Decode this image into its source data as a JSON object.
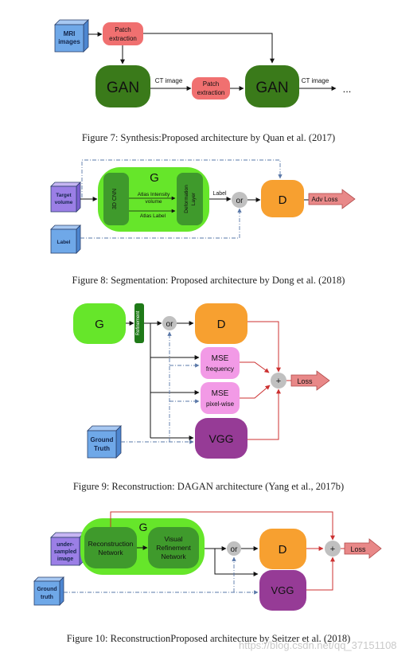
{
  "fig7": {
    "mri_images": [
      "MRI",
      "images"
    ],
    "patch_extraction_1": [
      "Patch",
      "extraction"
    ],
    "gan_1": "GAN",
    "ct_image_1": "CT image",
    "patch_extraction_2": [
      "Patch",
      "extraction"
    ],
    "gan_2": "GAN",
    "ct_image_2": "CT image",
    "ellipsis": "...",
    "caption": "Figure 7: Synthesis:Proposed architecture by Quan et al. (2017)"
  },
  "fig8": {
    "target_volume": [
      "Target",
      "volume"
    ],
    "label_input": "Label",
    "g": "G",
    "cnn": "3D CNN",
    "atlas_intensity": [
      "Atlas Intensity",
      "volume"
    ],
    "atlas_label": "Atlas Label",
    "deformation": [
      "Deformation",
      "Layer"
    ],
    "label_edge": "Label",
    "or": "or",
    "d": "D",
    "adv_loss": "Adv Loss",
    "caption": "Figure 8: Segmentation: Proposed architecture by Dong et al. (2018)"
  },
  "fig9": {
    "g": "G",
    "refinement": "Refinement",
    "or": "or",
    "d": "D",
    "mse_frequency": [
      "MSE",
      "frequency"
    ],
    "mse_pixel": [
      "MSE",
      "pixel-wise"
    ],
    "plus": "+",
    "loss": "Loss",
    "ground_truth": [
      "Ground",
      "Truth"
    ],
    "vgg": "VGG",
    "caption": "Figure 9: Reconstruction: DAGAN architecture (Yang et al., 2017b)"
  },
  "fig10": {
    "undersampled": [
      "under-",
      "sampled",
      "image"
    ],
    "g": "G",
    "reconstruction_network": [
      "Reconstruction",
      "Network"
    ],
    "visual_refinement": [
      "Visual",
      "Refinement",
      "Network"
    ],
    "or": "or",
    "d": "D",
    "plus": "+",
    "loss": "Loss",
    "ground_truth": [
      "Ground",
      "truth"
    ],
    "vgg": "VGG",
    "caption": "Figure 10: ReconstructionProposed architecture by Seitzer et al. (2018)"
  },
  "watermark": "https://blog.csdn.net/qq_37151108",
  "colors": {
    "blue_box": "#6fa8e8",
    "purple_box": "#9b7fe6",
    "patch_red": "#f07070",
    "gan_green": "#3a7a1a",
    "g_lime": "#66e62a",
    "g_inner": "#3f9a2c",
    "d_orange": "#f7a030",
    "mse_pink": "#f29ae6",
    "vgg_purple": "#963b96",
    "loss_arrow": "#e88888",
    "or_gray": "#c0c0c0",
    "red_line": "#cc3030",
    "dash_blue": "#5a78a8"
  }
}
